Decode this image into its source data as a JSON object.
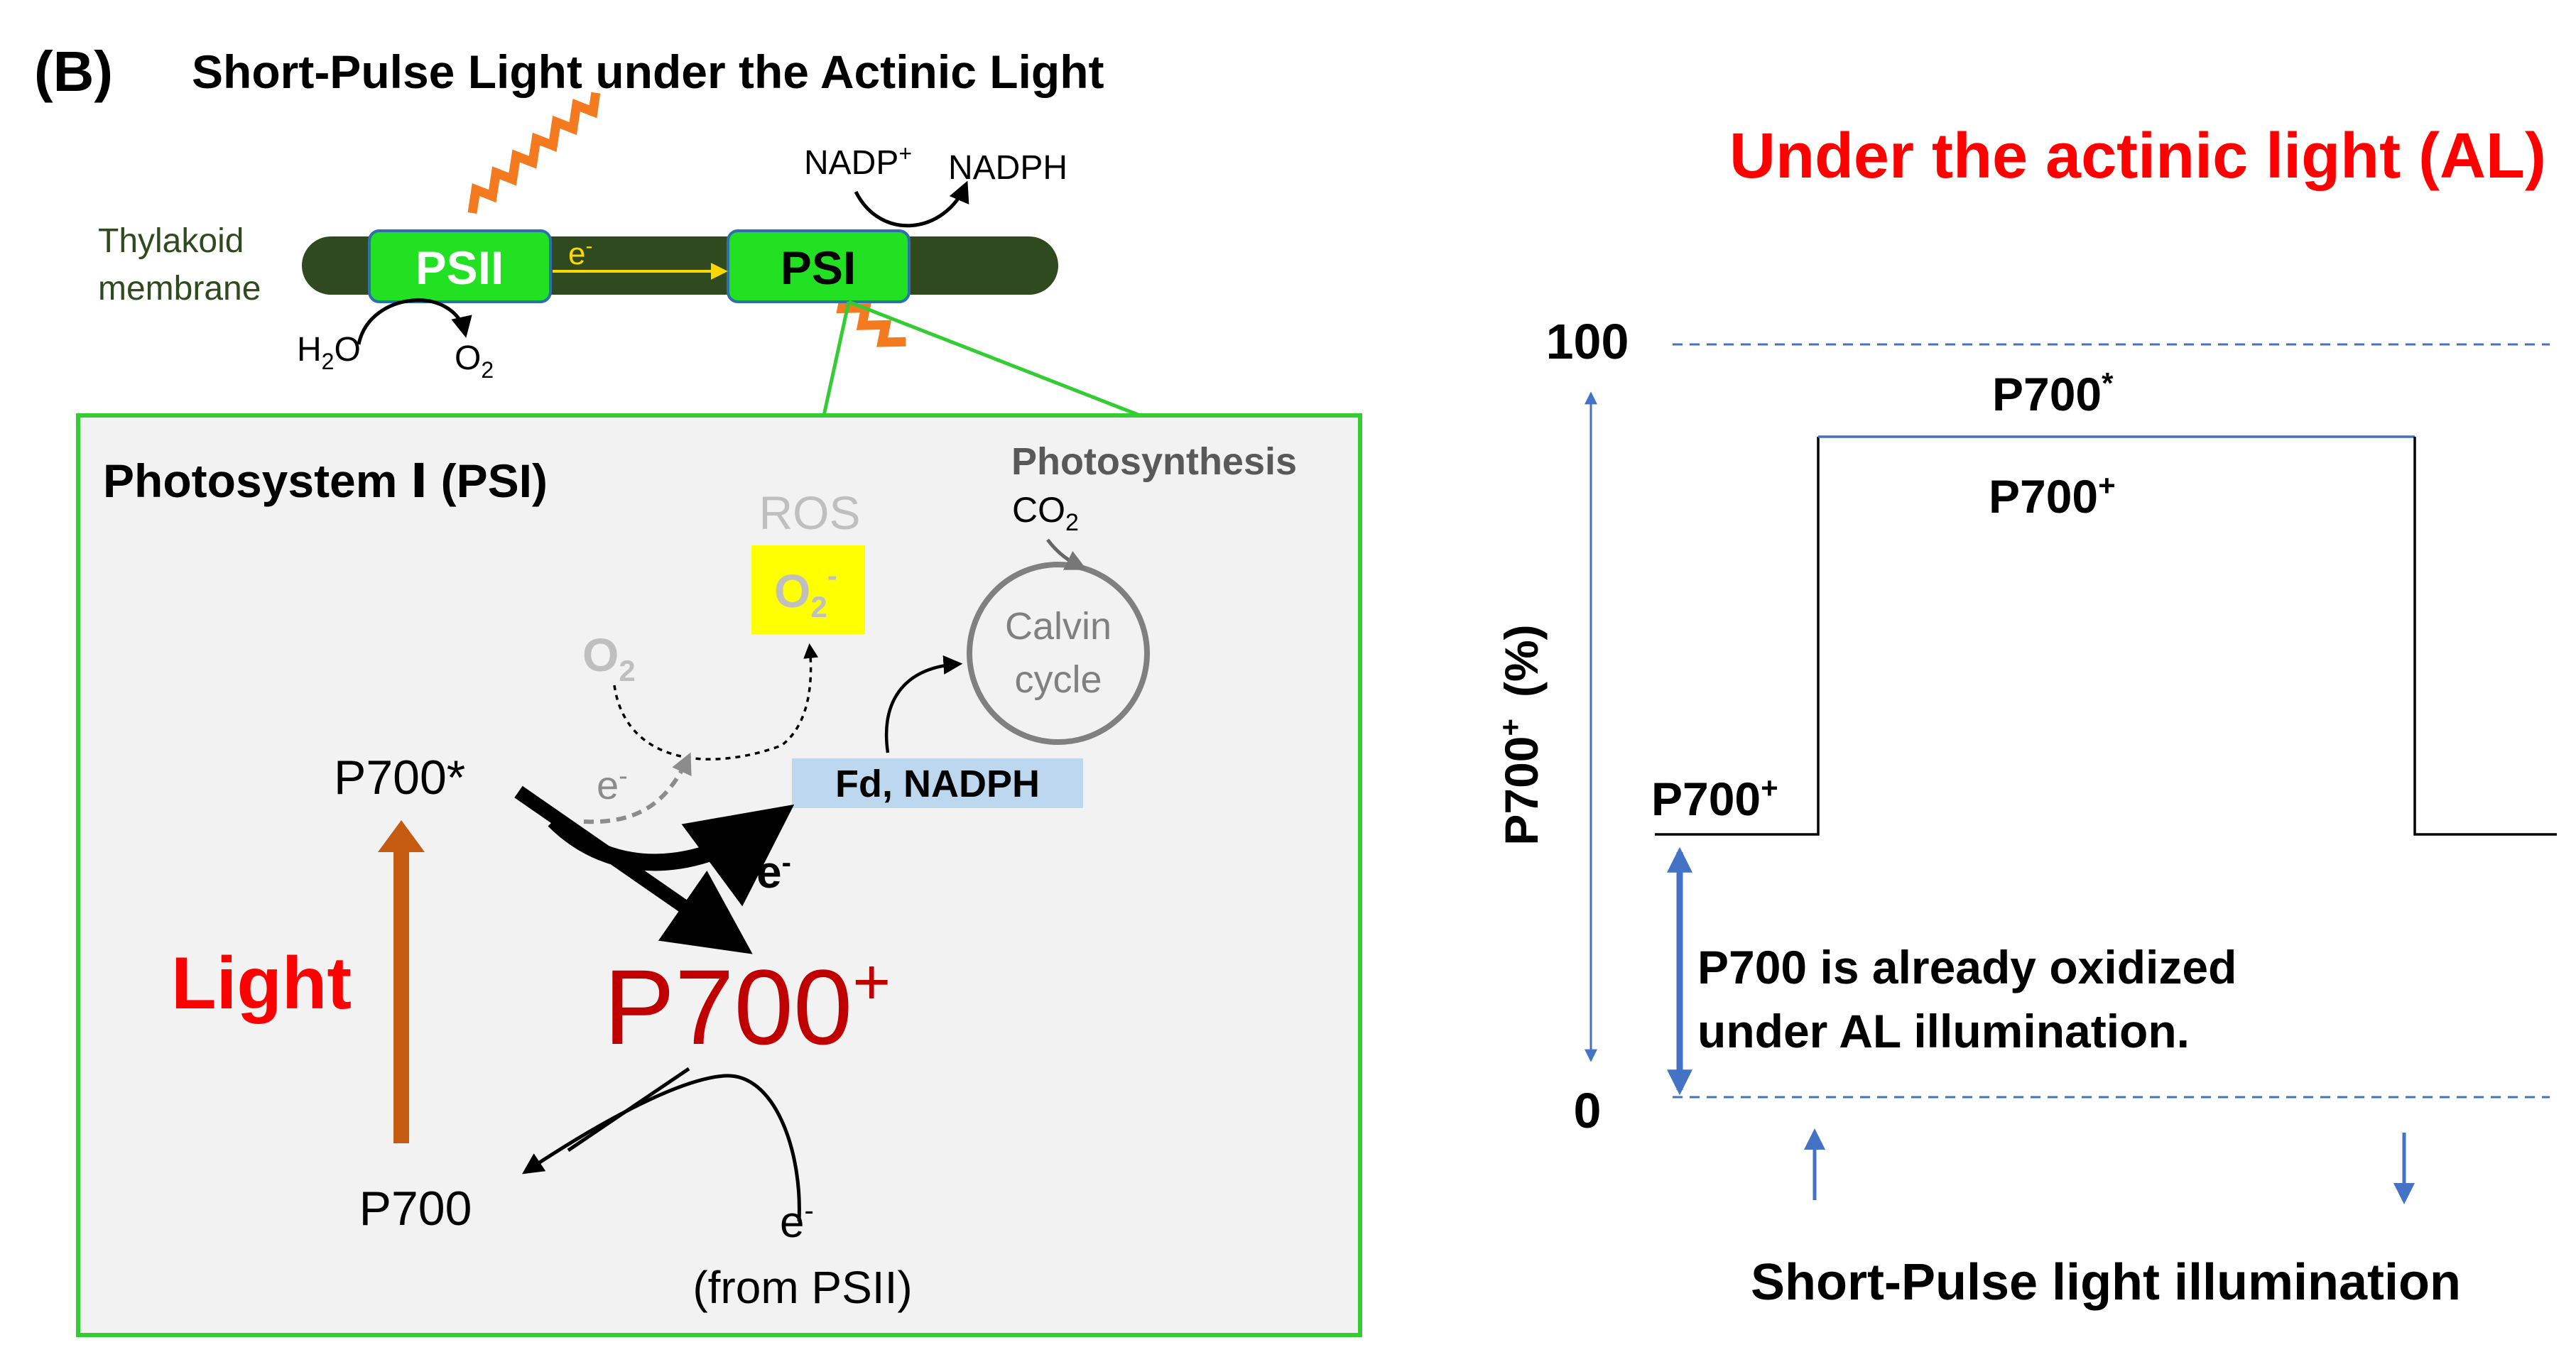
{
  "panel": {
    "label": "(B)",
    "title": "Short-Pulse Light under the Actinic Light"
  },
  "membrane": {
    "label_line1": "Thylakoid",
    "label_line2": "membrane",
    "psii": "PSII",
    "psi": "PSI",
    "electron": "e",
    "electron_sup": "-",
    "water": "H",
    "water_sub": "2",
    "water_o": "O",
    "oxygen": "O",
    "oxygen_sub": "2",
    "nadp": "NADP",
    "nadp_sup": "+",
    "nadph": "NADPH"
  },
  "psi_box": {
    "title": "Photosystem Ⅰ (PSI)",
    "ros": "ROS",
    "superoxide": "O",
    "superoxide_sub": "2",
    "superoxide_sup": "-",
    "oxygen": "O",
    "oxygen_sub": "2",
    "photosynthesis": "Photosynthesis",
    "co2": "CO",
    "co2_sub": "2",
    "calvin_line1": "Calvin",
    "calvin_line2": "cycle",
    "fd_nadph": "Fd, NADPH",
    "p700_excited": "P700*",
    "electron": "e",
    "electron_sup": "-",
    "light": "Light",
    "p700_plus": "P700",
    "p700_plus_sup": "+",
    "p700": "P700",
    "from_psii": "(from PSII)"
  },
  "right_panel": {
    "title": "Under the actinic light (AL)",
    "y_top": "100",
    "y_bottom": "0",
    "y_axis_label": "P700",
    "y_axis_label_sup": "+",
    "y_axis_unit": "(%)",
    "label_excited": "P700",
    "label_excited_sup": "*",
    "label_high": "P700",
    "label_high_sup": "+",
    "label_low": "P700",
    "label_low_sup": "+",
    "note_line1": "P700 is already oxidized",
    "note_line2": "under AL illumination.",
    "x_caption": "Short-Pulse light illumination"
  },
  "colors": {
    "membrane": "#2f4a1f",
    "photosystem": "#22e022",
    "box_border": "#33cc33",
    "box_fill": "#f2f2f2",
    "light_red": "#ff0000",
    "p700_red": "#c00000",
    "light_arrow": "#c55a11",
    "ros_yellow": "#ffff00",
    "fd_blue": "#bdd7ee",
    "axis_blue": "#4472c4",
    "grey_text": "#bfbfbf"
  }
}
